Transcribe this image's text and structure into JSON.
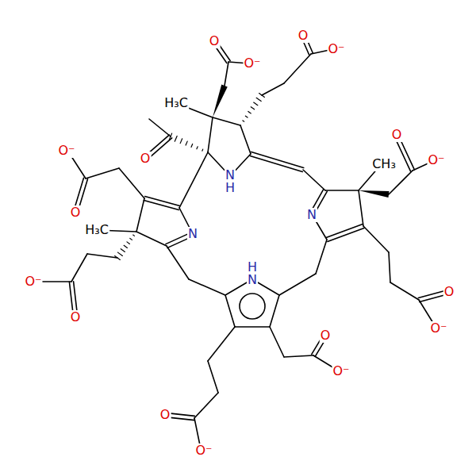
{
  "diagram": {
    "labels": [
      "O",
      "O⁻",
      "O",
      "O⁻",
      "H₃C",
      "O",
      "N",
      "H",
      "CH₃",
      "O",
      "O⁻",
      "O⁻",
      "O",
      "N",
      "N",
      "H₃C",
      "H",
      "N",
      "O⁻",
      "O",
      "O",
      "O⁻",
      "O",
      "O⁻",
      "O",
      "O⁻"
    ]
  }
}
